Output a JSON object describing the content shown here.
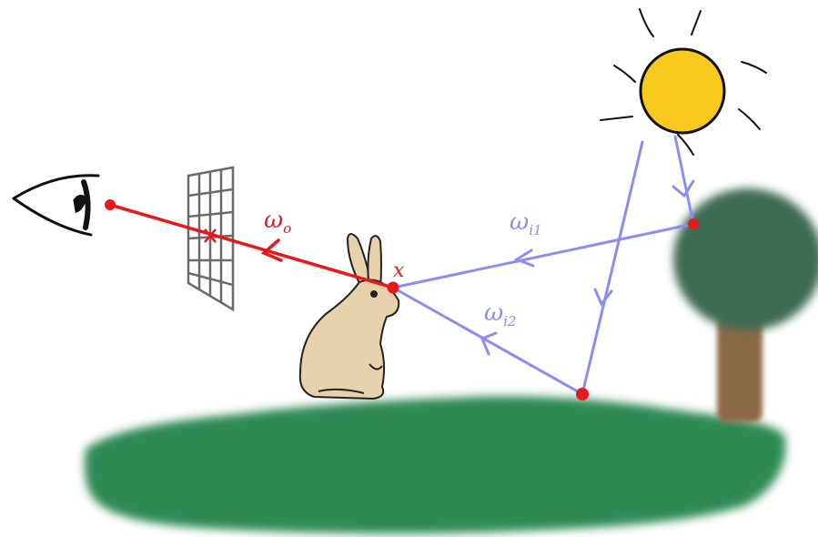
{
  "labels": {
    "point": "x",
    "outgoing_symbol": "ω",
    "outgoing_sub": "o",
    "incoming1_symbol": "ω",
    "incoming1_sub": "i1",
    "incoming2_symbol": "ω",
    "incoming2_sub": "i2"
  },
  "colors": {
    "eye_ray": "#e8191c",
    "light_ray": "#8c8cf2",
    "sun_fill": "#f8c81c",
    "grass": "#2f8a55",
    "tree_canopy": "#3d6b52",
    "tree_trunk": "#8c6a47",
    "bunny": "#e8d2ae",
    "grid": "#6a6a6a"
  }
}
